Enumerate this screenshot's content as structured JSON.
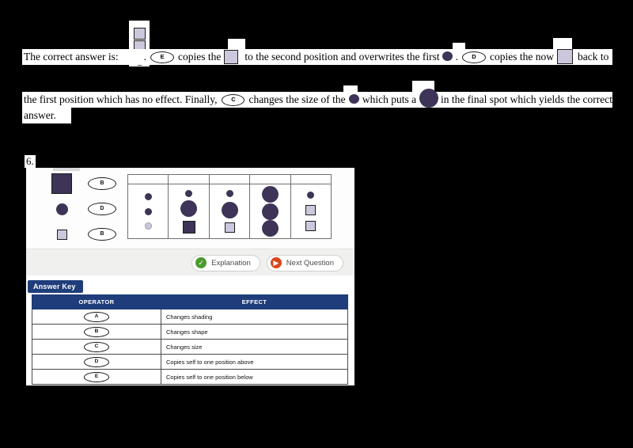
{
  "explanation": {
    "line1_part1": "The correct answer is:",
    "line1_dot": ".",
    "op_e": "E",
    "line1_part2": "copies the",
    "line1_part3": "to the second position and overwrites the first",
    "line1_dot2": ".",
    "op_d": "D",
    "line1_part4": "copies the now",
    "line1_part5": "back to",
    "line2_part1": "the first position which has no effect. Finally,",
    "op_c": "C",
    "line2_part2": "changes the size of the",
    "line2_part3": "which puts a",
    "line2_part4": "in the final spot which yields the correct",
    "line3": "answer."
  },
  "question": {
    "number": "6.",
    "stem": [
      {
        "shape": "square",
        "shade": "dark",
        "size": "large",
        "operator": "B"
      },
      {
        "shape": "circle",
        "shade": "dark",
        "size": "medium",
        "operator": "D"
      },
      {
        "shape": "square",
        "shade": "light",
        "size": "small",
        "operator": "B"
      }
    ],
    "options": [
      {
        "id": "option-1",
        "shapes": [
          {
            "shape": "circle",
            "shade": "dark",
            "size": "small"
          },
          {
            "shape": "circle",
            "shade": "dark",
            "size": "small"
          },
          {
            "shape": "circle",
            "shade": "light",
            "size": "small"
          }
        ]
      },
      {
        "id": "option-2",
        "shapes": [
          {
            "shape": "circle",
            "shade": "dark",
            "size": "small"
          },
          {
            "shape": "circle",
            "shade": "dark",
            "size": "large"
          },
          {
            "shape": "square",
            "shade": "dark",
            "size": "medium"
          }
        ]
      },
      {
        "id": "option-3",
        "shapes": [
          {
            "shape": "circle",
            "shade": "dark",
            "size": "small"
          },
          {
            "shape": "circle",
            "shade": "dark",
            "size": "large"
          },
          {
            "shape": "square",
            "shade": "light",
            "size": "small"
          }
        ]
      },
      {
        "id": "option-4",
        "shapes": [
          {
            "shape": "circle",
            "shade": "dark",
            "size": "large"
          },
          {
            "shape": "circle",
            "shade": "dark",
            "size": "large"
          },
          {
            "shape": "circle",
            "shade": "dark",
            "size": "large"
          }
        ]
      },
      {
        "id": "option-5",
        "shapes": [
          {
            "shape": "circle",
            "shade": "dark",
            "size": "small"
          },
          {
            "shape": "square",
            "shade": "light",
            "size": "small"
          },
          {
            "shape": "square",
            "shade": "light",
            "size": "small"
          }
        ]
      }
    ]
  },
  "toolbar": {
    "explanation_label": "Explanation",
    "explanation_icon": "check-circle-icon",
    "next_label": "Next Question",
    "next_icon": "play-circle-icon"
  },
  "answer_key": {
    "tab_label": "Answer Key",
    "columns": [
      "OPERATOR",
      "EFFECT"
    ],
    "rows": [
      {
        "operator": "A",
        "effect": "Changes shading"
      },
      {
        "operator": "B",
        "effect": "Changes shape"
      },
      {
        "operator": "C",
        "effect": "Changes size"
      },
      {
        "operator": "D",
        "effect": "Copies self to one position above"
      },
      {
        "operator": "E",
        "effect": "Copies self to one position below"
      }
    ]
  },
  "colors": {
    "shape_dark": "#3e3457",
    "shape_light": "#cdc7de",
    "table_header": "#1f3d7a",
    "check_green": "#4a9b2f",
    "play_red": "#d9471c",
    "page_bg": "#000000",
    "panel_bg": "#ffffff"
  }
}
